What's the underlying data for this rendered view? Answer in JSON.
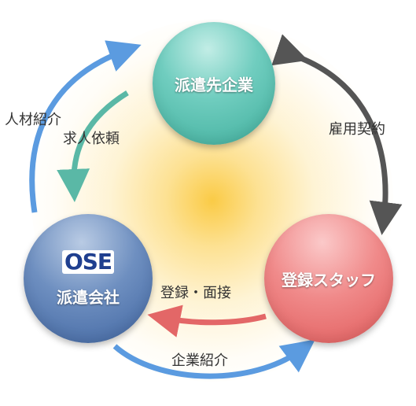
{
  "nodes": {
    "client": "派遣先企業",
    "staff": "登録スタッフ",
    "dispatch": "派遣会社",
    "dispatch_logo": "OSE"
  },
  "edges": {
    "jinzai_shokai": "人材紹介",
    "kyujin_irai": "求人依頼",
    "koyo_keiyaku": "雇用契約",
    "toroku_mensetsu": "登録・面接",
    "kigyo_shokai": "企業紹介"
  },
  "colors": {
    "client": "#5cc4b4",
    "staff": "#ea7373",
    "dispatch": "#5a7fb6",
    "arrow_blue": "#5b9be0",
    "arrow_teal": "#5ab8a6",
    "arrow_gray": "#555555",
    "arrow_red": "#e36767",
    "center_glow": "#f9c83a"
  }
}
